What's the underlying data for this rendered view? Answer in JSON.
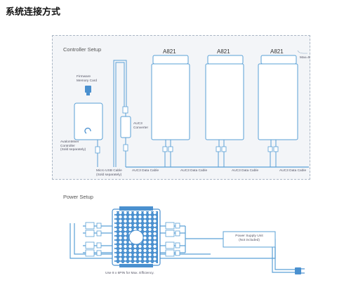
{
  "page": {
    "heading": "系统连接方式"
  },
  "controller_setup": {
    "title": "Controller Setup",
    "firmware_label_1": "Firmware",
    "firmware_label_2": "Memory Card",
    "controller_label_1": "AvalonMiner",
    "controller_label_2": "Controller",
    "controller_label_3": "(Sold separately)",
    "converter_label_1": "AUC3",
    "converter_label_2": "Converter",
    "usb_cable_label_1": "Micro USB Cable",
    "usb_cable_label_2": "(Sold separately)",
    "miners": [
      {
        "model": "A821"
      },
      {
        "model": "A821"
      },
      {
        "model": "A821"
      }
    ],
    "data_cable_labels": [
      "AUC3 Data Cable",
      "AUC3 Data Cable",
      "AUC3 Data Cable",
      "AUC3 Data Cable"
    ],
    "max_note": "Max=5"
  },
  "power_setup": {
    "title": "Power Setup",
    "psu_label_1": "Power Supply Unit",
    "psu_label_2": "(Not included)",
    "efficiency_note": "Use 8 x 6PIN for Max. Efficiency."
  },
  "colors": {
    "line_blue": "#5aa0d6",
    "hatch_blue": "#4a90cf",
    "panel_bg": "#f3f5f8",
    "panel_border": "#aab6c4"
  }
}
